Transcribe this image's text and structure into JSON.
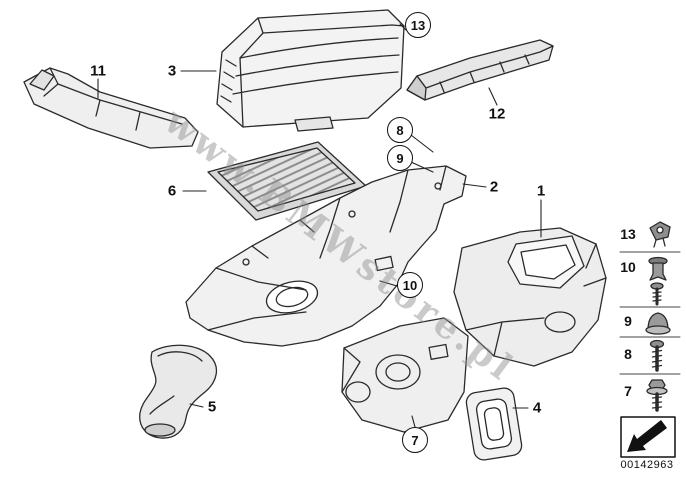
{
  "watermark": {
    "text": "www.BMWstore.pl"
  },
  "footer": {
    "part_number": "00142963"
  },
  "callouts": {
    "c1": "1",
    "c2": "2",
    "c3": "3",
    "c4": "4",
    "c5": "5",
    "c6": "6",
    "c7": "7",
    "c8": "8",
    "c9": "9",
    "c10": "10",
    "c11": "11",
    "c12": "12",
    "c13": "13"
  },
  "legend": {
    "items": [
      {
        "label": "13",
        "icon": "sensor-icon"
      },
      {
        "label": "10",
        "icon": "expansion-rivet-and-screw-icon"
      },
      {
        "label": "9",
        "icon": "grommet-icon"
      },
      {
        "label": "8",
        "icon": "screw-icon"
      },
      {
        "label": "7",
        "icon": "screw-with-washer-icon"
      }
    ]
  }
}
